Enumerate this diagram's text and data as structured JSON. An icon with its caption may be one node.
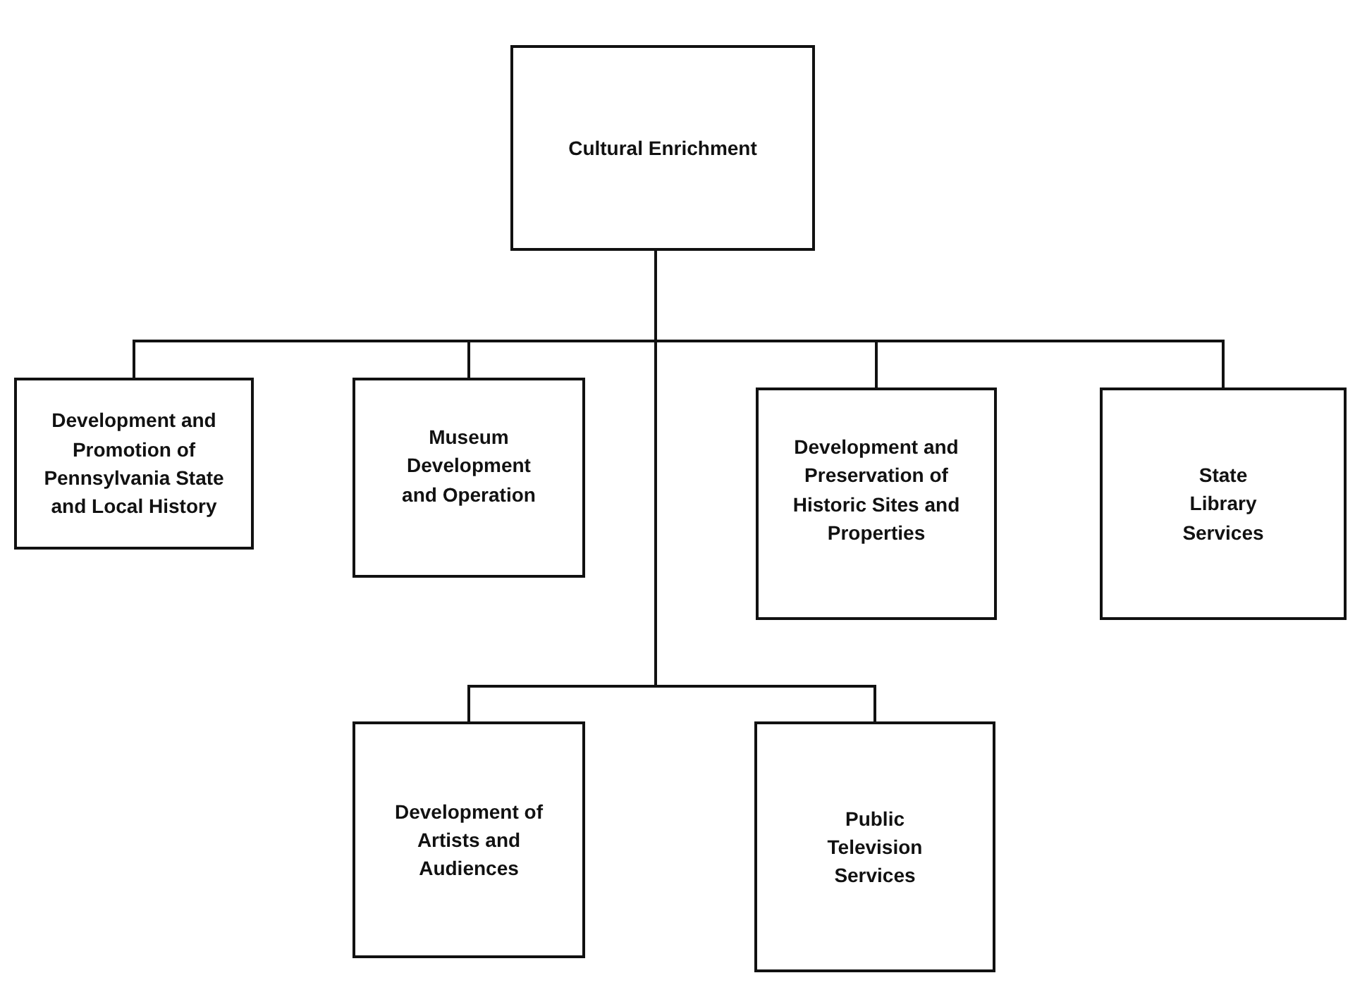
{
  "diagram": {
    "nodes": [
      {
        "text": [
          "Cultural Enrichment"
        ]
      },
      {
        "text": [
          "Development and Promotion of Pennsylvania State and Local History"
        ]
      },
      {
        "text": [
          "Museum Development and Operation"
        ]
      },
      {
        "text": [
          "Development and Preservation of Historic Sites and Properties"
        ]
      },
      {
        "text": [
          "State Library Services"
        ]
      },
      {
        "text": [
          "Development of Artists and Audiences"
        ]
      },
      {
        "text": [
          "Public Television Services"
        ]
      }
    ],
    "edges": [
      {
        "from": 0,
        "to": 1,
        "arrow": "none"
      },
      {
        "from": 0,
        "to": 2,
        "arrow": "none"
      },
      {
        "from": 0,
        "to": 3,
        "arrow": "none"
      },
      {
        "from": 0,
        "to": 4,
        "arrow": "none"
      },
      {
        "from": 0,
        "to": 5,
        "arrow": "none"
      },
      {
        "from": 0,
        "to": 6,
        "arrow": "none"
      }
    ]
  }
}
